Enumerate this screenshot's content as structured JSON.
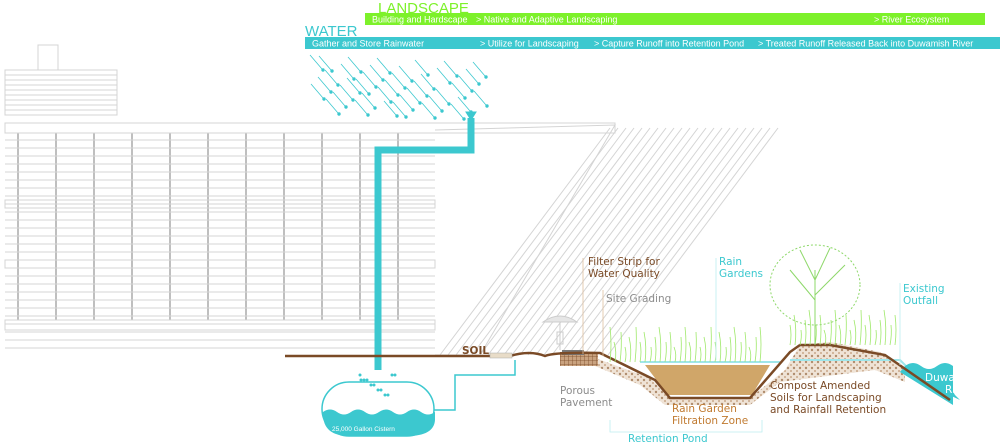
{
  "colors": {
    "landscape": "#7df12a",
    "water": "#3cc8cf",
    "soil": "#7a4a26",
    "label_brown": "#8a5a34",
    "label_gray": "#8c8c8c",
    "label_teal": "#3cc8cf"
  },
  "landscape": {
    "title": "LANDSCAPE",
    "stages": [
      "Building and Hardscape",
      "> Native and Adaptive Landscaping",
      "> River Ecosystem"
    ]
  },
  "water": {
    "title": "WATER",
    "stages": [
      "Gather and Store Rainwater",
      "> Utilize for Landscaping",
      "> Capture Runoff into Retention Pond",
      "> Treated Runoff Released Back into Duwamish River"
    ]
  },
  "labels": {
    "soil": "SOIL",
    "cistern": "25,000 Gallon Cistern",
    "filter_strip": [
      "Filter Strip for",
      "Water Quality"
    ],
    "site_grading": "Site Grading",
    "rain_gardens": [
      "Rain",
      "Gardens"
    ],
    "existing_outfall": [
      "Existing",
      "Outfall"
    ],
    "porous_pavement": [
      "Porous",
      "Pavement"
    ],
    "filtration_zone": [
      "Rain Garden",
      "Filtration Zone"
    ],
    "compost": [
      "Compost Amended",
      "Soils for Landscaping",
      "and Rainfall Retention"
    ],
    "river": [
      "Duwamish",
      "River"
    ],
    "retention_pond": "Retention Pond"
  }
}
